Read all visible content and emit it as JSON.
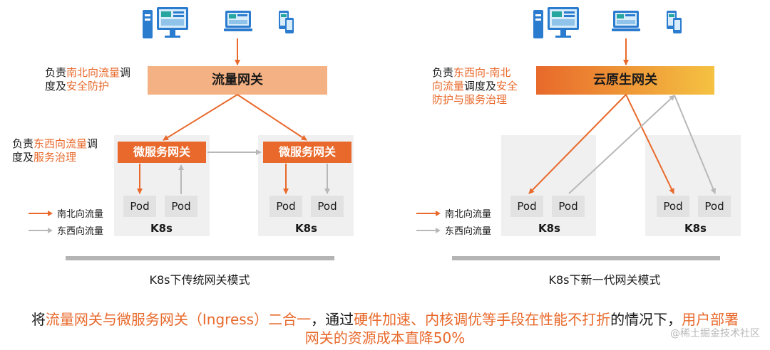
{
  "left": {
    "gateway": "流量网关",
    "micro_gateway_1": "微服务网关",
    "micro_gateway_2": "微服务网关",
    "pods": [
      "Pod",
      "Pod",
      "Pod",
      "Pod"
    ],
    "cluster_label_1": "K8s",
    "cluster_label_2": "K8s",
    "desc_ns": {
      "p1": "负责",
      "hl": "南北向流量",
      "p2": "调",
      "line2_p1": "度及",
      "line2_hl": "安全防护"
    },
    "desc_ew": {
      "p1": "负责",
      "hl": "东西向流量",
      "p2": "调",
      "line2_p1": "度及",
      "line2_hl": "服务治理"
    },
    "legend_ns": "南北向流量",
    "legend_ew": "东西向流量",
    "caption": "K8s下传统网关模式"
  },
  "right": {
    "gateway": "云原生网关",
    "pods": [
      "Pod",
      "Pod",
      "Pod",
      "Pod"
    ],
    "cluster_label_1": "K8s",
    "cluster_label_2": "K8s",
    "desc": {
      "p1": "负责",
      "hl1": "东西向-南北",
      "hl2": "向流量",
      "p2": "调度及",
      "hl3": "安全",
      "hl4": "防护与服务治理"
    },
    "legend_ns": "南北向流量",
    "legend_ew": "东西向流量",
    "caption": "K8s下新一代网关模式"
  },
  "bottom": {
    "s1": "将",
    "h1": "流量网关与微服务网关（Ingress）二合一",
    "s2": "，通过",
    "h2": "硬件加速、内核调优等手段在性能不打折",
    "s3": "的情况下，",
    "h3": "用户部署",
    "h4": "网关的资源成本直降50%"
  },
  "watermark": "@稀土掘金技术社区",
  "colors": {
    "accent": "#e8692b",
    "gray_arrow": "#b8b8b8",
    "cluster_bg": "#f0f0f0",
    "pod_bg": "#e2e2e2",
    "left_gateway_bg": "#f4b183",
    "right_gateway_gradient": [
      "#e8692b",
      "#f5c242"
    ]
  },
  "icons": [
    "desktop-server-icon",
    "laptop-icon",
    "mobile-devices-icon"
  ]
}
